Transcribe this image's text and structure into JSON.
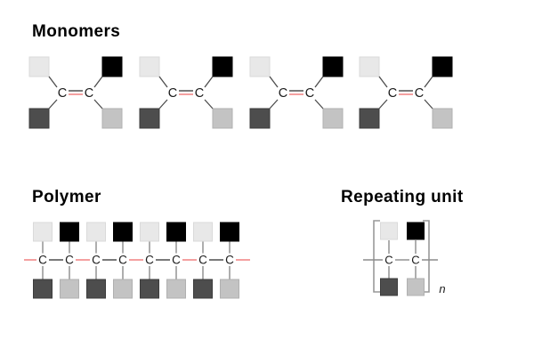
{
  "page": {
    "background": "#ffffff"
  },
  "colors": {
    "square_light": "#e8e8e8",
    "square_light_border": "#dadada",
    "square_black": "#000000",
    "square_black_border": "#000000",
    "square_dark": "#4d4d4d",
    "square_dark_border": "#3c3c3c",
    "square_medium": "#c3c3c3",
    "square_medium_border": "#b0b0b0",
    "bond_dark": "#4d4d4d",
    "bond_gray": "#8c8c8c",
    "bond_red": "#f08080",
    "bracket": "#999999",
    "text_carbon": "#1a1a1a",
    "text_title": "#000000"
  },
  "sections": {
    "monomers": {
      "title": "Monomers",
      "carbon_label": "C",
      "count": 4,
      "substituents": {
        "top_left": "light",
        "top_right": "black",
        "bottom_left": "dark",
        "bottom_right": "medium"
      }
    },
    "polymer": {
      "title": "Polymer",
      "carbon_label": "C",
      "carbon_count": 8,
      "top_squares": [
        "light",
        "black",
        "light",
        "black",
        "light",
        "black",
        "light",
        "black"
      ],
      "bottom_squares": [
        "dark",
        "medium",
        "dark",
        "medium",
        "dark",
        "medium",
        "dark",
        "medium"
      ]
    },
    "repeating_unit": {
      "title": "Repeating unit",
      "carbon_label": "C",
      "subscript": "n",
      "top_squares": [
        "light",
        "black"
      ],
      "bottom_squares": [
        "dark",
        "medium"
      ]
    }
  }
}
